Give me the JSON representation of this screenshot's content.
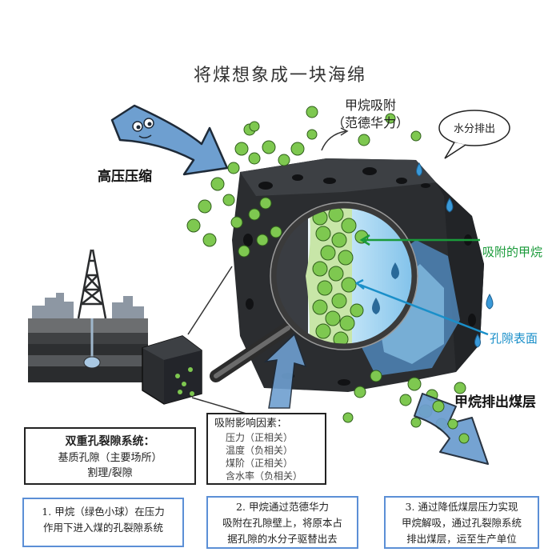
{
  "title": "将煤想象成一块海绵",
  "labels": {
    "high_pressure": "高压压缩",
    "adsorption_line1": "甲烷吸附",
    "adsorption_line2": "（范德华力）",
    "water_out": "水分排出",
    "adsorbed_methane": "吸附的甲烷",
    "pore_surface": "孔隙表面",
    "methane_out": "甲烷排出煤层"
  },
  "dual_porosity": {
    "heading": "双重孔裂隙系统：",
    "items": [
      "基质孔隙（主要场所）",
      "割理/裂隙"
    ]
  },
  "factors": {
    "heading": "吸附影响因素：",
    "rows": [
      {
        "name": "压力",
        "effect": "（正相关）"
      },
      {
        "name": "温度",
        "effect": "（负相关）"
      },
      {
        "name": "煤阶",
        "effect": "（正相关）"
      },
      {
        "name": "含水率",
        "effect": "（负相关）"
      }
    ]
  },
  "captions": [
    {
      "line1": "1. 甲烷（绿色小球）在压力",
      "line2": "作用下进入煤的孔裂隙系统"
    },
    {
      "line1": "2. 甲烷通过范德华力",
      "line2": "吸附在孔隙壁上，将原本占",
      "line3": "据孔隙的水分子驱替出去"
    },
    {
      "line1": "3. 通过降低煤层压力实现",
      "line2": "甲烷解吸，通过孔裂隙系统",
      "line3": "排出煤层，运至生产单位"
    }
  ],
  "colors": {
    "methane_green": "#7ec850",
    "coal_dark": "#2b2d30",
    "water_blue": "#3a9ad9",
    "arrow_blue": "#6e9fd0",
    "label_green": "#1a9a3a",
    "label_blue": "#1a8fc9"
  },
  "icons": [
    "pressure-arrow-icon",
    "exit-arrow-icon",
    "magnifier-icon",
    "drilling-rig-icon",
    "water-drop-icon"
  ]
}
